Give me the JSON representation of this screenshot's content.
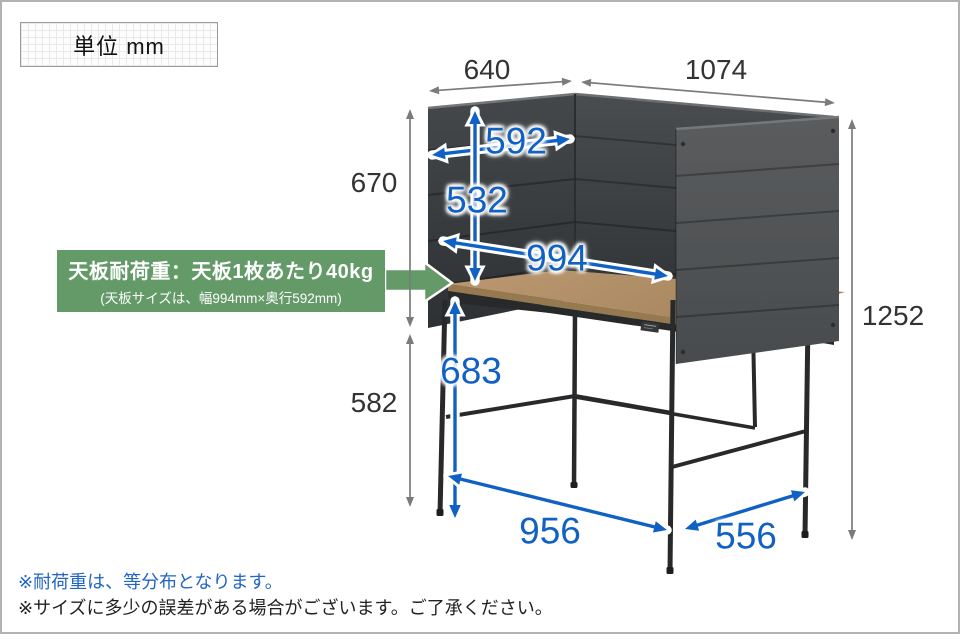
{
  "unit_label": "単位 mm",
  "dimensions": {
    "side_depth_top": "640",
    "front_width_top": "1074",
    "inner_depth": "592",
    "panel_height_above_desk": "532",
    "desk_width": "994",
    "upper_section_height": "670",
    "lower_section_height": "582",
    "total_height": "1252",
    "under_desk_clearance": "683",
    "leg_span_width": "956",
    "leg_span_depth": "556"
  },
  "callout": {
    "title": "天板耐荷重：天板1枚あたり40kg",
    "subtitle": "(天板サイズは、幅994mm×奥行592mm)"
  },
  "notes": {
    "load": "※耐荷重は、等分布となります。",
    "size": "※サイズに多少の誤差がある場合がございます。ご了承ください。"
  },
  "colors": {
    "dimension_blue": "#1161c4",
    "dimension_gray": "#7b7b7b",
    "callout_green": "#639a68",
    "note_blue": "#2065c5",
    "panel_gray": "#515457",
    "desk_wood": "#b5946a"
  }
}
